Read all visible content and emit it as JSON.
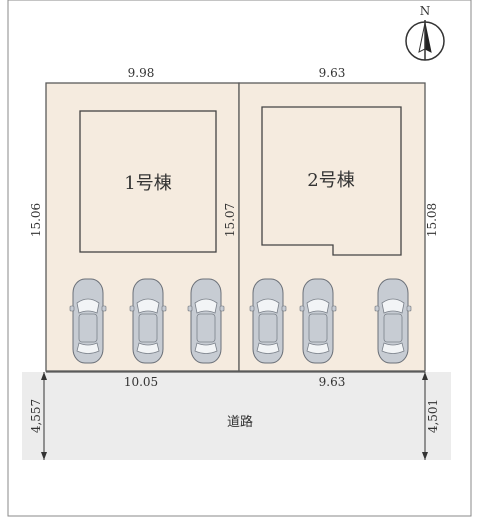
{
  "colors": {
    "lot_fill": "#f5ebdf",
    "road_fill": "#ececec",
    "line": "#5a5a5a",
    "car_body": "#c7ccd3",
    "car_glass": "#f2f4f6"
  },
  "compass": {
    "label": "N",
    "icon": "north-arrow-icon"
  },
  "lots": {
    "left_top_dim": "9.98",
    "right_top_dim": "9.63",
    "left_side_dim": "15.06",
    "middle_dim": "15.07",
    "right_side_dim": "15.08",
    "left_bottom_dim": "10.05",
    "right_bottom_dim": "9.63"
  },
  "buildings": [
    {
      "label": "1号棟"
    },
    {
      "label": "2号棟"
    }
  ],
  "parking": {
    "icon": "car-icon",
    "count": 6
  },
  "road": {
    "label": "道路",
    "left_width_dim": "4,557",
    "right_width_dim": "4,501"
  }
}
